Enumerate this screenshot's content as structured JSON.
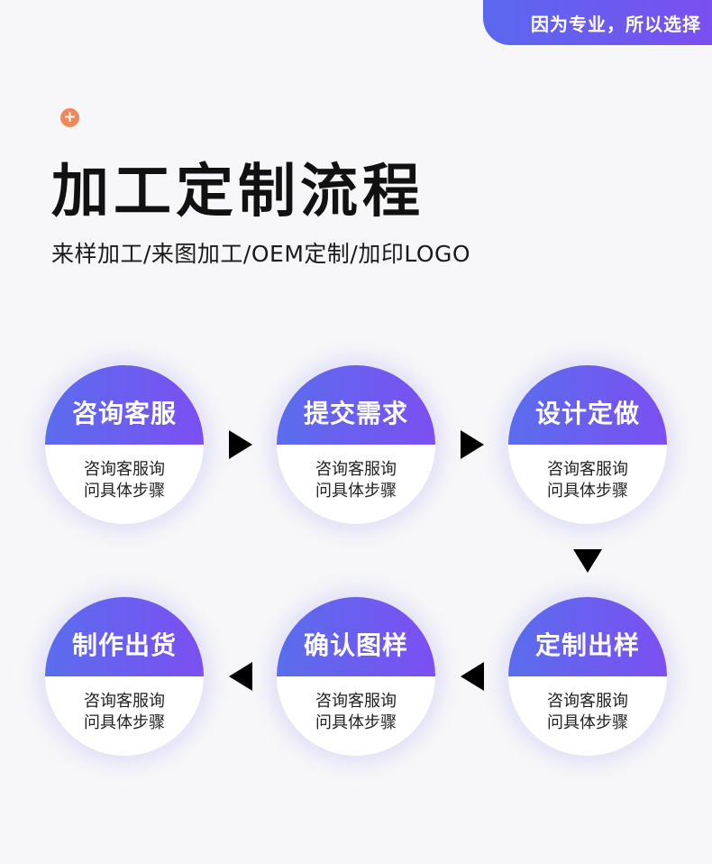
{
  "badge": {
    "label": "因为专业，所以选择"
  },
  "header": {
    "icon": "plus-icon",
    "title": "加工定制流程",
    "subtitle": "来样加工/来图加工/OEM定制/加印LOGO"
  },
  "colors": {
    "accent_start": "#5a6ded",
    "accent_end": "#7c4ff2",
    "plus_icon": "#f1885b"
  },
  "steps": [
    {
      "title": "咨询客服",
      "desc_line1": "咨询客服询",
      "desc_line2": "问具体步骤"
    },
    {
      "title": "提交需求",
      "desc_line1": "咨询客服询",
      "desc_line2": "问具体步骤"
    },
    {
      "title": "设计定做",
      "desc_line1": "咨询客服询",
      "desc_line2": "问具体步骤"
    },
    {
      "title": "定制出样",
      "desc_line1": "咨询客服询",
      "desc_line2": "问具体步骤"
    },
    {
      "title": "确认图样",
      "desc_line1": "咨询客服询",
      "desc_line2": "问具体步骤"
    },
    {
      "title": "制作出货",
      "desc_line1": "咨询客服询",
      "desc_line2": "问具体步骤"
    }
  ]
}
